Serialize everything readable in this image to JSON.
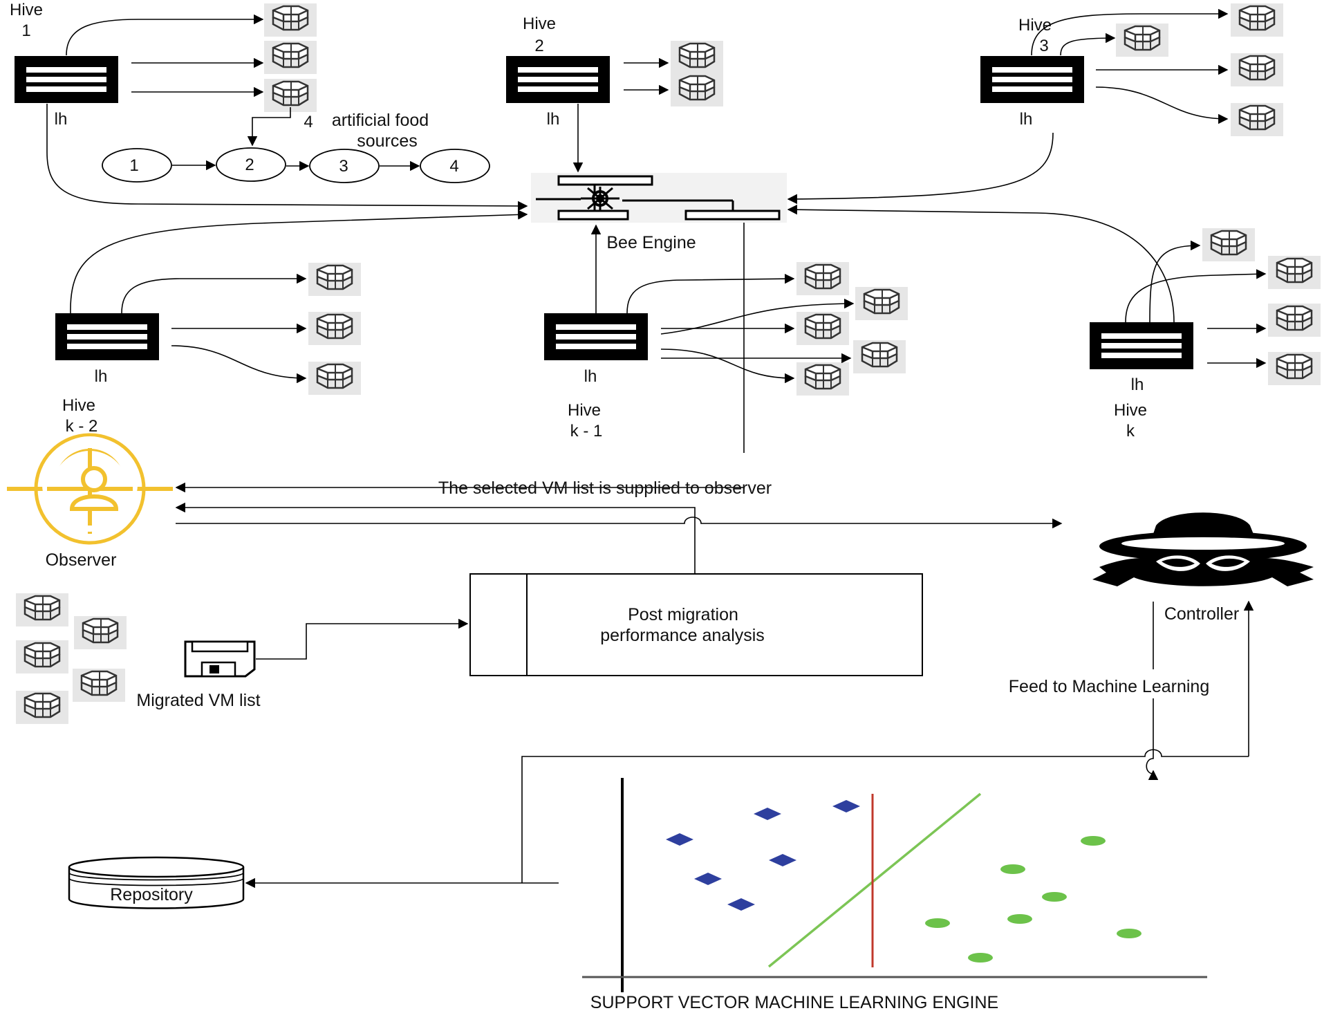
{
  "hives": {
    "h1": {
      "name": "Hive",
      "num": "1",
      "lh": "lh"
    },
    "h2": {
      "name": "Hive",
      "num": "2",
      "lh": "lh"
    },
    "h3": {
      "name": "Hive",
      "num": "3",
      "lh": "lh"
    },
    "hk2": {
      "name": "Hive",
      "num": "k - 2",
      "lh": "lh"
    },
    "hk1": {
      "name": "Hive",
      "num": "k - 1",
      "lh": "lh"
    },
    "hk": {
      "name": "Hive",
      "num": "k",
      "lh": "lh"
    }
  },
  "food_sources": {
    "count": "4",
    "label_line1": "artificial food",
    "label_line2": "sources",
    "nodes": [
      "1",
      "2",
      "3",
      "4"
    ]
  },
  "bee_engine": {
    "label": "Bee Engine"
  },
  "observer": {
    "label": "Observer"
  },
  "controller": {
    "label": "Controller"
  },
  "arrows": {
    "supplied": "The selected VM list is supplied to observer",
    "feed_ml": "Feed to Machine Learning"
  },
  "analysis": {
    "line1": "Post migration",
    "line2": "performance analysis"
  },
  "migrated": {
    "label": "Migrated VM list"
  },
  "repository": {
    "label": "Repository"
  },
  "svm": {
    "title": "SUPPORT VECTOR MACHINE LEARNING ENGINE",
    "class_a_color": "#2e3f9e",
    "class_b_color": "#6cc24a",
    "separator_color": "#c0392b",
    "hyperplane_color": "#7cc555"
  },
  "colors": {
    "observer": "#f2c12e",
    "ink": "#000000"
  },
  "icons": {
    "vm": "vm-server-icon",
    "hive": "hive-rack-icon",
    "engine": "bee-engine-icon",
    "observer": "observer-target-icon",
    "controller": "spy-controller-icon",
    "disk": "floppy-disk-icon",
    "db": "repository-database-icon"
  }
}
